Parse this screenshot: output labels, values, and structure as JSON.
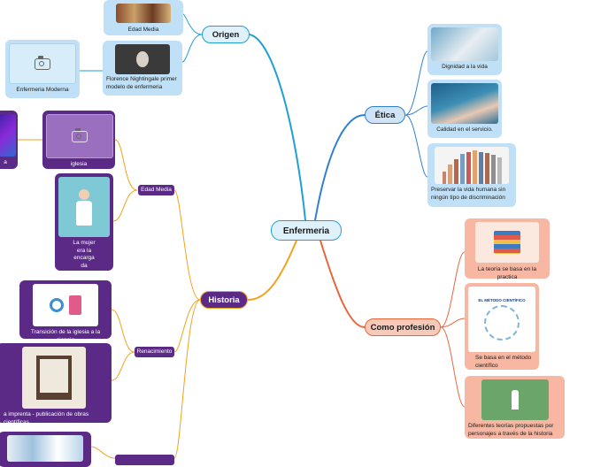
{
  "root": "Enfermeria",
  "branches": {
    "origen": {
      "label": "Origen",
      "items": {
        "edad_media": "Edad Media",
        "florence": "Florence Nightingale primer modelo de enfermeria",
        "moderna": "Enfermeria Moderna"
      }
    },
    "etica": {
      "label": "Ética",
      "items": {
        "dignidad": "Dignidad a la vida",
        "calidad": "Calidad en el servicio.",
        "preservar": "Preservar la vida humana sin ningún tipo de discriminación"
      }
    },
    "profesion": {
      "label": "Como profesión",
      "items": {
        "practica": "La teoría se basa en la practica",
        "metodo": "Se basa en el método científico",
        "metodo_img_title": "EL MÉTODO CIENTÍFICO",
        "teorias": "Diferentes teorías propuestas por personajes a través de la historia"
      }
    },
    "historia": {
      "label": "Historia",
      "edad_media": {
        "label": "Edad Media",
        "iglesia": "iglesia",
        "cut_label": "a",
        "mujer": "La mujer era la encarga da"
      },
      "renacimiento": {
        "label": "Renacimiento",
        "transicion": "Transición de la iglesia a la ciencia",
        "imprenta": "a imprenta - publicación de obras científicas"
      }
    }
  },
  "colors": {
    "origen": "#1f9fd8",
    "etica": "#2f7fd0",
    "profesion": "#e8663a",
    "historia": "#f3a21b",
    "purple": "#5b2a86",
    "peach": "#f7b7a3",
    "lightblue": "#bfe0f6"
  }
}
